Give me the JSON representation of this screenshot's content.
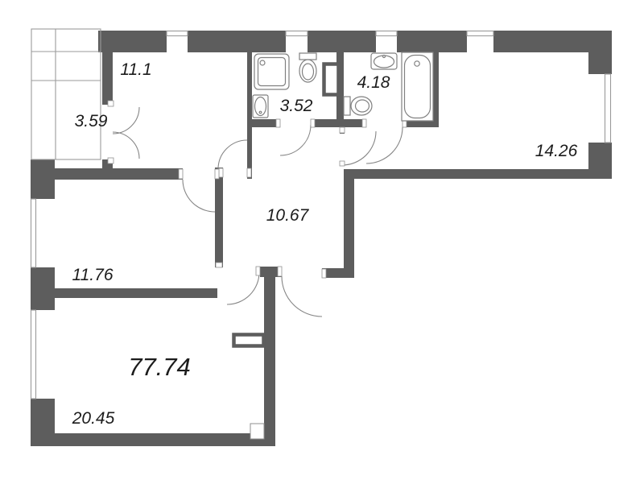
{
  "plan": {
    "total_area": "77.74",
    "rooms": [
      {
        "key": "bedroom-top-left",
        "area": "11.1"
      },
      {
        "key": "balcony",
        "area": "3.59"
      },
      {
        "key": "bathroom-shower",
        "area": "3.52"
      },
      {
        "key": "bathroom-tub",
        "area": "4.18"
      },
      {
        "key": "room-right",
        "area": "14.26"
      },
      {
        "key": "hallway",
        "area": "10.67"
      },
      {
        "key": "room-left",
        "area": "11.76"
      },
      {
        "key": "living-kitchen",
        "area": "20.45"
      }
    ],
    "fixtures": [
      "shower-tray",
      "toilet",
      "washbasin",
      "washbasin",
      "toilet",
      "bathtub"
    ],
    "colors": {
      "wall": "#5d5d5d",
      "thin_line": "#9a9a9a",
      "door_arc": "#868686",
      "fixture_line": "#808080",
      "label": "#1c1c1c",
      "background": "#ffffff"
    }
  }
}
